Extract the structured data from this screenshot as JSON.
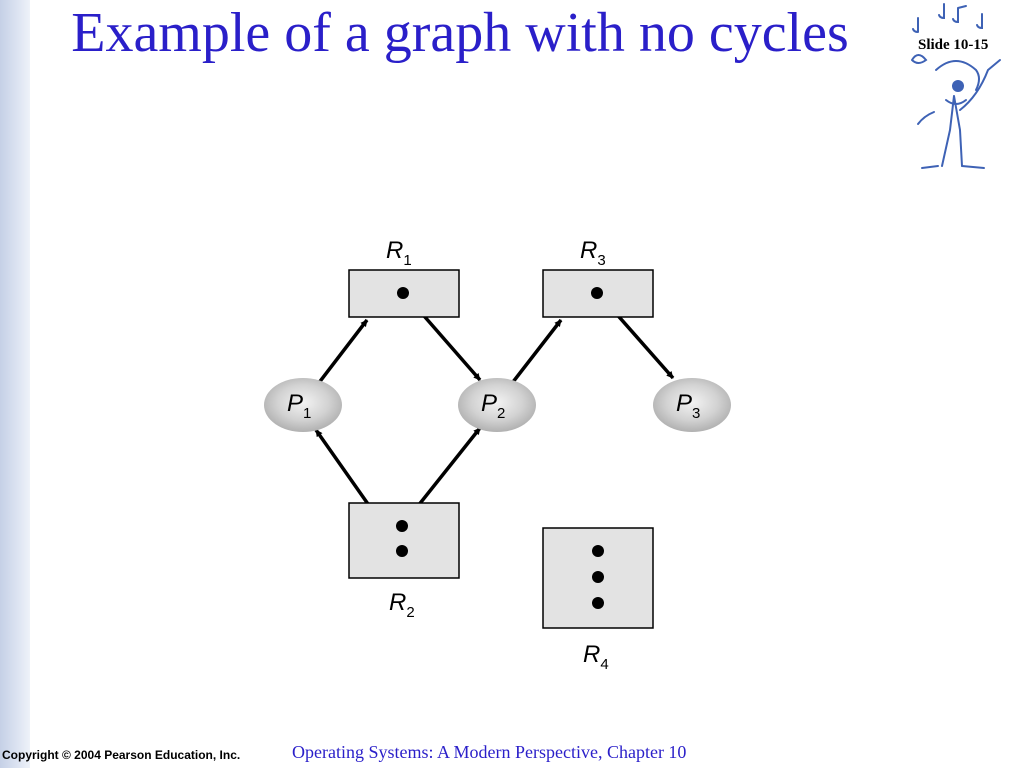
{
  "slide": {
    "title": "Example of a graph with no cycles",
    "slide_number": "Slide 10-15"
  },
  "diagram": {
    "resources": [
      {
        "id": "R1",
        "letter": "R",
        "sub": "1",
        "instances": 1
      },
      {
        "id": "R2",
        "letter": "R",
        "sub": "2",
        "instances": 2
      },
      {
        "id": "R3",
        "letter": "R",
        "sub": "3",
        "instances": 1
      },
      {
        "id": "R4",
        "letter": "R",
        "sub": "4",
        "instances": 3
      }
    ],
    "processes": [
      {
        "id": "P1",
        "letter": "P",
        "sub": "1"
      },
      {
        "id": "P2",
        "letter": "P",
        "sub": "2"
      },
      {
        "id": "P3",
        "letter": "P",
        "sub": "3"
      }
    ],
    "edges": [
      {
        "from": "P1",
        "to": "R1",
        "kind": "request"
      },
      {
        "from": "R1",
        "to": "P2",
        "kind": "assignment"
      },
      {
        "from": "P2",
        "to": "R3",
        "kind": "request"
      },
      {
        "from": "R3",
        "to": "P3",
        "kind": "assignment"
      },
      {
        "from": "R2",
        "to": "P1",
        "kind": "assignment"
      },
      {
        "from": "R2",
        "to": "P2",
        "kind": "assignment"
      }
    ]
  },
  "footer": {
    "copyright": "Copyright © 2004 Pearson Education, Inc.",
    "book": "Operating Systems: A Modern Perspective, Chapter 10"
  },
  "colors": {
    "title": "#2a1fc9",
    "resource_fill": "#e3e3e3",
    "process_fill": "#cccccc"
  }
}
